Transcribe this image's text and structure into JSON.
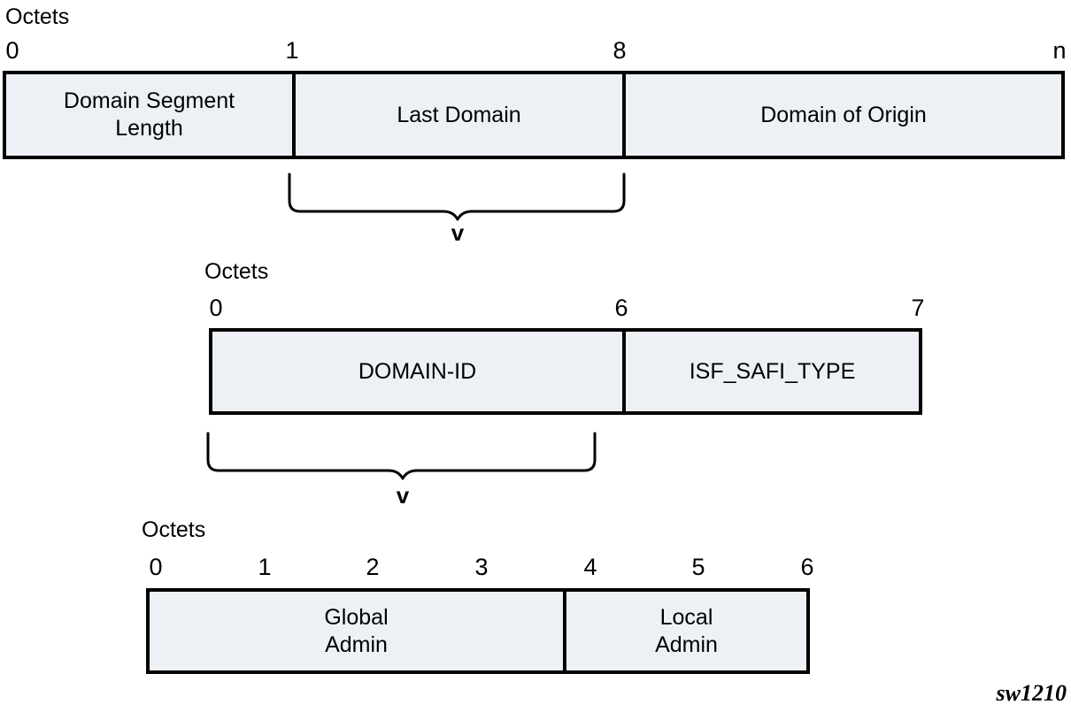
{
  "figure": {
    "caption_id": "sw1210",
    "colors": {
      "box_fill": "#edf1f6",
      "box_border": "#000000",
      "background": "#ffffff",
      "text": "#000000"
    },
    "connectors": [
      {
        "expands_field": "Last Domain",
        "arrow_glyph": "v"
      },
      {
        "expands_field": "DOMAIN-ID",
        "arrow_glyph": "v"
      }
    ],
    "rows": [
      {
        "octets_label": "Octets",
        "ticks": [
          "0",
          "1",
          "8",
          "n"
        ],
        "fields": [
          {
            "name": "Domain Segment Length",
            "lines": [
              "Domain Segment",
              "Length"
            ]
          },
          {
            "name": "Last Domain",
            "lines": [
              "Last Domain"
            ]
          },
          {
            "name": "Domain of Origin",
            "lines": [
              "Domain of Origin"
            ]
          }
        ]
      },
      {
        "octets_label": "Octets",
        "ticks": [
          "0",
          "6",
          "7"
        ],
        "fields": [
          {
            "name": "DOMAIN-ID",
            "lines": [
              "DOMAIN-ID"
            ]
          },
          {
            "name": "ISF_SAFI_TYPE",
            "lines": [
              "ISF_SAFI_TYPE"
            ]
          }
        ]
      },
      {
        "octets_label": "Octets",
        "ticks": [
          "0",
          "1",
          "2",
          "3",
          "4",
          "5",
          "6"
        ],
        "fields": [
          {
            "name": "Global Admin",
            "lines": [
              "Global",
              "Admin"
            ]
          },
          {
            "name": "Local Admin",
            "lines": [
              "Local",
              "Admin"
            ]
          }
        ]
      }
    ]
  }
}
